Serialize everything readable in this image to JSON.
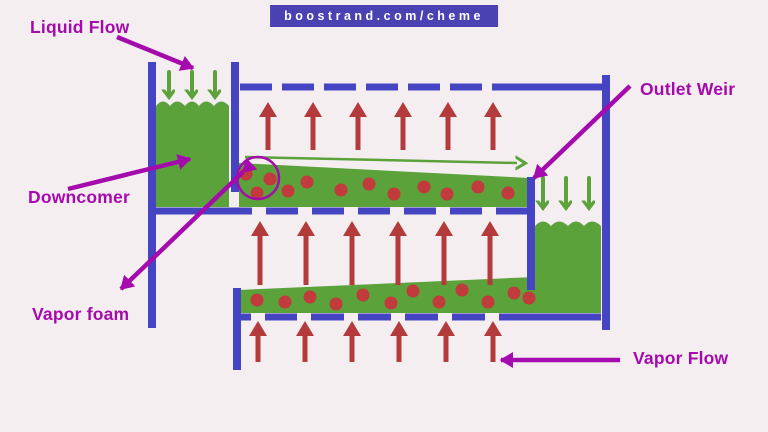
{
  "header": {
    "site": "boostrand.com/cheme"
  },
  "labels": {
    "liquid_flow": "Liquid Flow",
    "downcomer": "Downcomer",
    "vapor_foam": "Vapor foam",
    "outlet_weir": "Outlet Weir",
    "vapor_flow": "Vapor Flow"
  },
  "colors": {
    "background": "#f5eef1",
    "structure_blue": "#4544c3",
    "badge_blue": "#4a42b3",
    "liquid_green": "#5ba23a",
    "vapor_red": "#b43b3c",
    "droplet_red": "#c13a3c",
    "annotation_magenta": "#a50aad",
    "badge_text": "#ffffff"
  }
}
